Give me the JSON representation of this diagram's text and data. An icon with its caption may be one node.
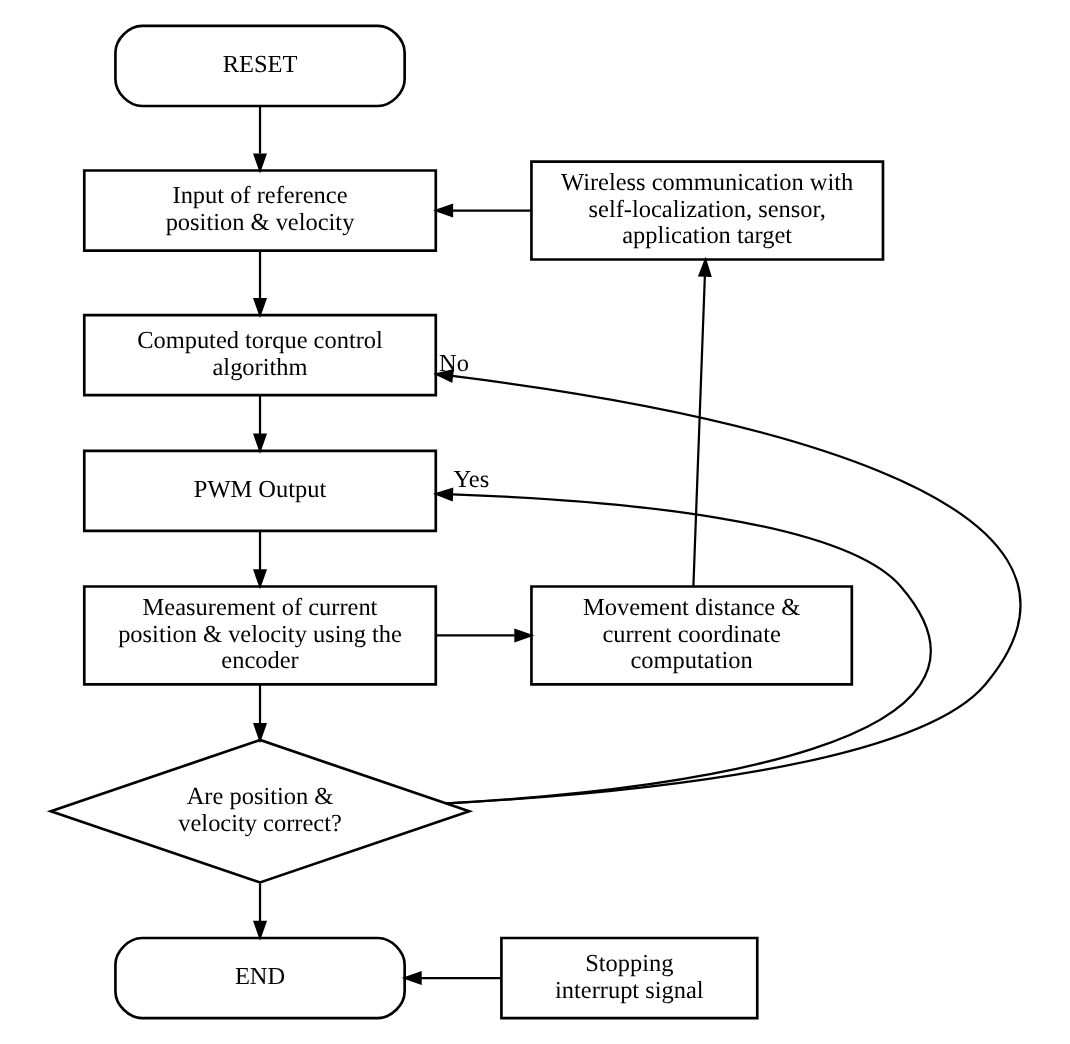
{
  "diagram": {
    "nodes": [
      {
        "text": [
          "RESET"
        ]
      },
      {
        "text": [
          "Input of reference position & velocity"
        ]
      },
      {
        "text": [
          "Computed torque control algorithm"
        ]
      },
      {
        "text": [
          "PWM Output"
        ]
      },
      {
        "text": [
          "Measurement of current position & velocity using the encoder"
        ]
      },
      {
        "text": [
          "Are position & velocity correct?"
        ]
      },
      {
        "text": [
          "END"
        ]
      },
      {
        "text": [
          "Wireless communication with self-localization, sensor, application target"
        ]
      },
      {
        "text": [
          "Movement distance & current coordinate computation"
        ]
      },
      {
        "text": [
          "Stopping interrupt signal"
        ]
      }
    ],
    "edges": [
      {
        "from": 0,
        "to": 1,
        "arrow": "to"
      },
      {
        "from": 1,
        "to": 2,
        "arrow": "to"
      },
      {
        "from": 2,
        "to": 3,
        "arrow": "to"
      },
      {
        "from": 3,
        "to": 4,
        "arrow": "to"
      },
      {
        "from": 4,
        "to": 5,
        "arrow": "to"
      },
      {
        "from": 5,
        "to": 2,
        "arrow": "to",
        "label": "No"
      },
      {
        "from": 5,
        "to": 3,
        "arrow": "to",
        "label": "Yes"
      },
      {
        "from": 5,
        "to": 6,
        "arrow": "to"
      },
      {
        "from": 4,
        "to": 8,
        "arrow": "to"
      },
      {
        "from": 8,
        "to": 7,
        "arrow": "to"
      },
      {
        "from": 7,
        "to": 1,
        "arrow": "to"
      },
      {
        "from": 9,
        "to": 6,
        "arrow": "to"
      }
    ]
  }
}
